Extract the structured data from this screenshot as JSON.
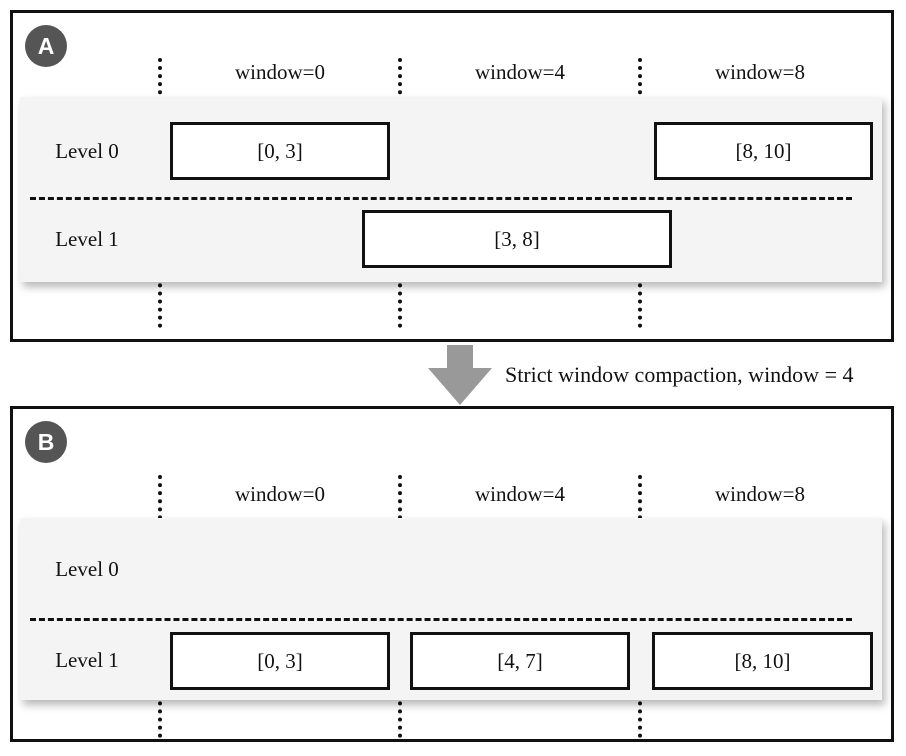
{
  "figure": {
    "transition_label": "Strict window compaction, window = 4",
    "arrow_direction": "down"
  },
  "colors": {
    "panel_border": "#111111",
    "badge_background": "#555555",
    "badge_text": "#ffffff",
    "band_background": "#f4f4f4",
    "arrow": "#999999",
    "text": "#111111",
    "box_background": "#ffffff"
  },
  "panels": [
    {
      "badge": "A",
      "window_labels": [
        "window=0",
        "window=4",
        "window=8"
      ],
      "rows": [
        {
          "label": "Level 0",
          "boxes": [
            {
              "text": "[0, 3]"
            },
            {
              "text": "[8, 10]"
            }
          ]
        },
        {
          "label": "Level 1",
          "boxes": [
            {
              "text": "[3, 8]"
            }
          ]
        }
      ]
    },
    {
      "badge": "B",
      "window_labels": [
        "window=0",
        "window=4",
        "window=8"
      ],
      "rows": [
        {
          "label": "Level 0",
          "boxes": []
        },
        {
          "label": "Level 1",
          "boxes": [
            {
              "text": "[0, 3]"
            },
            {
              "text": "[4, 7]"
            },
            {
              "text": "[8, 10]"
            }
          ]
        }
      ]
    }
  ]
}
